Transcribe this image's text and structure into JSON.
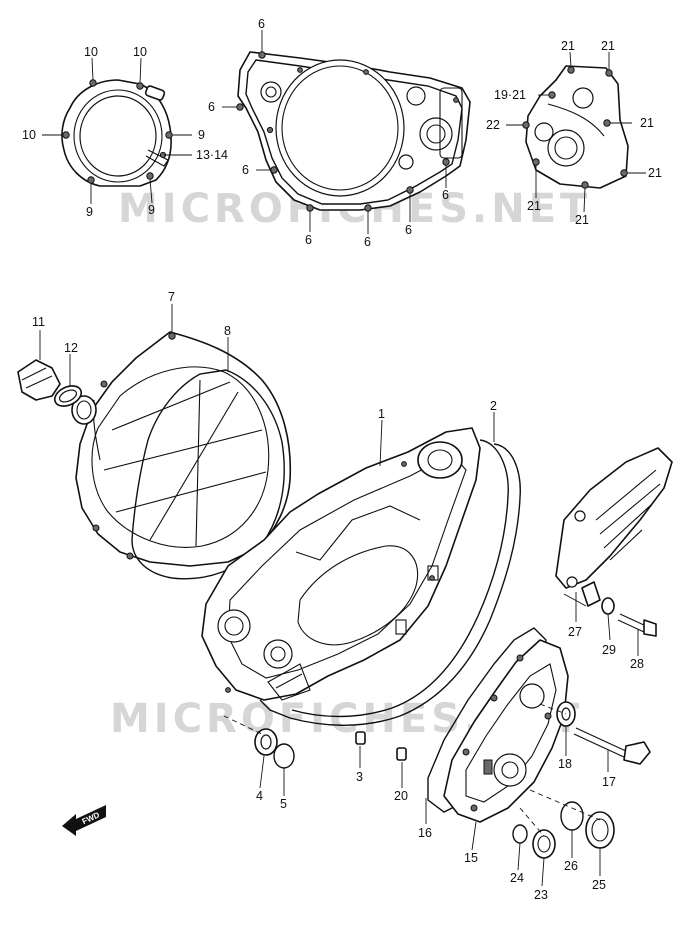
{
  "watermark": "MICROFICHES.NET",
  "fwd_label": "FWD",
  "callouts": [
    {
      "id": "c10a",
      "label": "10"
    },
    {
      "id": "c10b",
      "label": "10"
    },
    {
      "id": "c10c",
      "label": "10"
    },
    {
      "id": "c9a",
      "label": "9"
    },
    {
      "id": "c1314",
      "label": "13·14"
    },
    {
      "id": "c9b",
      "label": "9"
    },
    {
      "id": "c9c",
      "label": "9"
    },
    {
      "id": "c6a",
      "label": "6"
    },
    {
      "id": "c6b",
      "label": "6"
    },
    {
      "id": "c6c",
      "label": "6"
    },
    {
      "id": "c6d",
      "label": "6"
    },
    {
      "id": "c6e",
      "label": "6"
    },
    {
      "id": "c6f",
      "label": "6"
    },
    {
      "id": "c6g",
      "label": "6"
    },
    {
      "id": "c21a",
      "label": "21"
    },
    {
      "id": "c21b",
      "label": "21"
    },
    {
      "id": "c1921",
      "label": "19·21"
    },
    {
      "id": "c22",
      "label": "22"
    },
    {
      "id": "c21c",
      "label": "21"
    },
    {
      "id": "c21d",
      "label": "21"
    },
    {
      "id": "c21e",
      "label": "21"
    },
    {
      "id": "c21f",
      "label": "21"
    },
    {
      "id": "c7",
      "label": "7"
    },
    {
      "id": "c8",
      "label": "8"
    },
    {
      "id": "c11",
      "label": "11"
    },
    {
      "id": "c12",
      "label": "12"
    },
    {
      "id": "c1",
      "label": "1"
    },
    {
      "id": "c2",
      "label": "2"
    },
    {
      "id": "c27",
      "label": "27"
    },
    {
      "id": "c29",
      "label": "29"
    },
    {
      "id": "c28",
      "label": "28"
    },
    {
      "id": "c18",
      "label": "18"
    },
    {
      "id": "c17",
      "label": "17"
    },
    {
      "id": "c3",
      "label": "3"
    },
    {
      "id": "c4",
      "label": "4"
    },
    {
      "id": "c5",
      "label": "5"
    },
    {
      "id": "c20",
      "label": "20"
    },
    {
      "id": "c16",
      "label": "16"
    },
    {
      "id": "c15",
      "label": "15"
    },
    {
      "id": "c24",
      "label": "24"
    },
    {
      "id": "c23",
      "label": "23"
    },
    {
      "id": "c26",
      "label": "26"
    },
    {
      "id": "c25",
      "label": "25"
    }
  ]
}
